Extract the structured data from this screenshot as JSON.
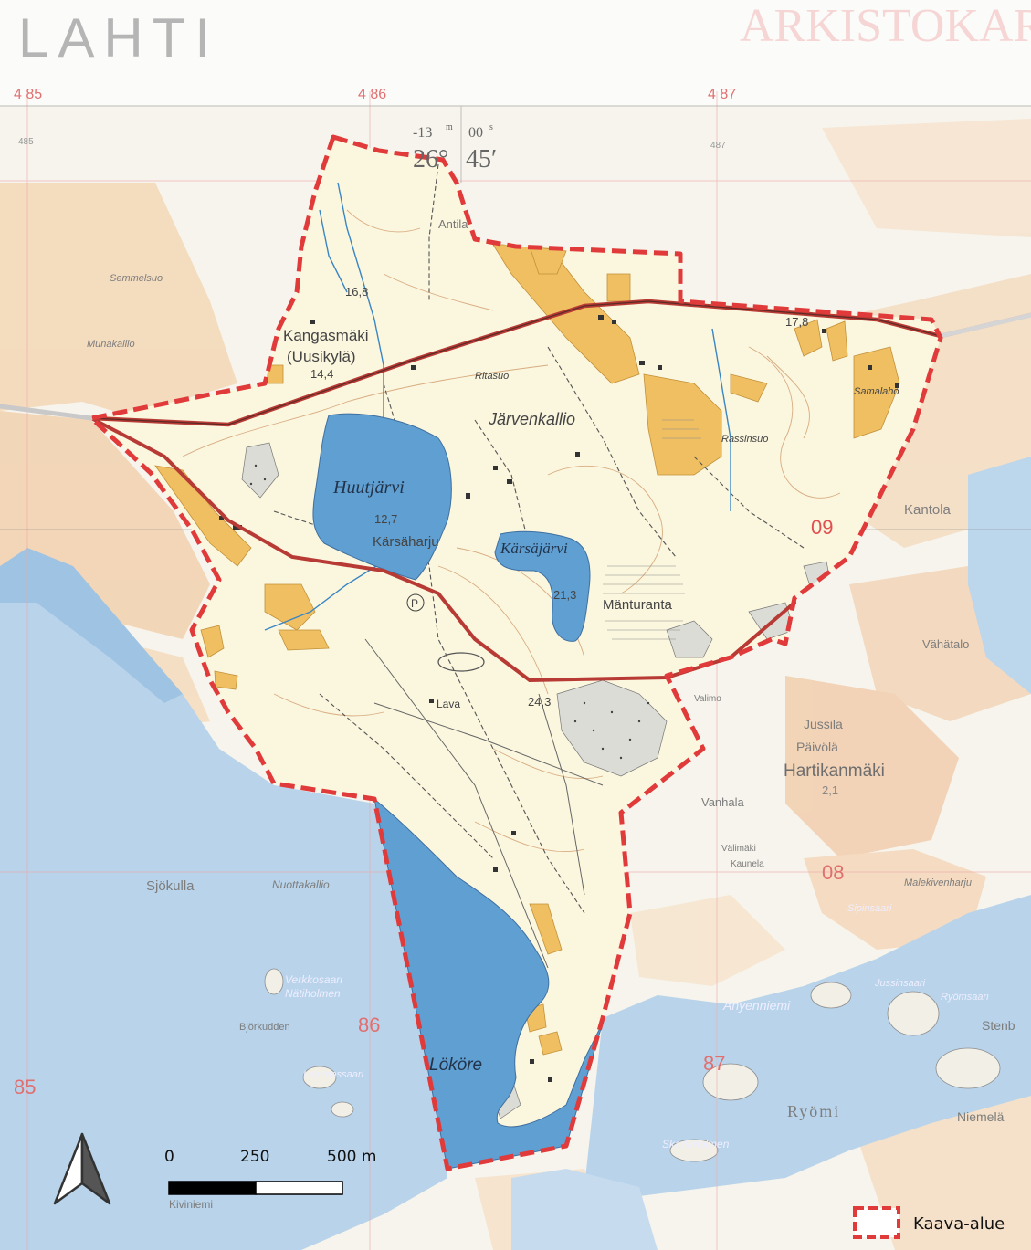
{
  "header": {
    "title": "LAHTI",
    "top_right_faded": "ARKISTOKARTTA"
  },
  "grid_labels": {
    "top": [
      "4 85",
      "4 86",
      "4 87"
    ],
    "small": [
      "485",
      "487"
    ],
    "map": [
      "85",
      "86",
      "87",
      "09",
      "08"
    ]
  },
  "coords": {
    "lat_minutes": "-13",
    "lat_m_unit": "m",
    "lat_sec": "00",
    "lat_s_unit": "s",
    "lon_deg": "26°",
    "lon_min": "45′"
  },
  "places": {
    "kangasmaki": "Kangasmäki",
    "uusikyla": "(Uusikylä)",
    "jarvenkallio": "Järvenkallio",
    "huutjarvi": "Huutjärvi",
    "karsaharju": "Kärsäharju",
    "karsajarvi": "Kärsäjärvi",
    "manturanta": "Mänturanta",
    "lava": "Lava",
    "lokore": "Lököre",
    "ritasuo": "Ritasuo",
    "rassinsuo": "Rassinsuo",
    "samalaho": "Samalaho",
    "kantola": "Kantola",
    "vahatalo": "Vähätalo",
    "jussila": "Jussila",
    "paivola": "Päivölä",
    "hartikanmaki": "Hartikanmäki",
    "vanhala": "Vanhala",
    "valimaki": "Välimäki",
    "kaunela": "Kaunela",
    "sjokulla": "Sjökulla",
    "nuottakallio": "Nuottakallio",
    "verkkosaari": "Verkkosaari",
    "natiholmen": "Nätiholmen",
    "bjorkudden": "Björkudden",
    "lammassaari": "Lammassaari",
    "semmelsuo": "Semmelsuo",
    "munakallio": "Munakallio",
    "ryomi": "Ryömi",
    "skadaholmen": "Skadaholmen",
    "anyenniemi": "Anyenniemi",
    "jussinsaari": "Jussinsaari",
    "ryomsaari": "Ryömsaari",
    "stenb": "Stenb",
    "niemela": "Niemelä",
    "kiviniemi": "Kiviniemi",
    "valimo": "Valimo",
    "sipinsaari": "Sipinsaari",
    "malekivenharju": "Malekivenharju",
    "antila": "Antila"
  },
  "elevations": {
    "e1": "16,8",
    "e2": "14,4",
    "e3": "12,7",
    "e4": "21,3",
    "e5": "24,3",
    "e6": "17,8",
    "e7": "2,1"
  },
  "scalebar": {
    "t0": "0",
    "t1": "250",
    "t2": "500 m"
  },
  "legend": {
    "label": "Kaava-alue"
  },
  "colors": {
    "boundary": "#e03a3a",
    "water": "#5f9fd2",
    "area": "#fbf6de",
    "road": "#b83a35",
    "yellow": "#efbf62"
  }
}
